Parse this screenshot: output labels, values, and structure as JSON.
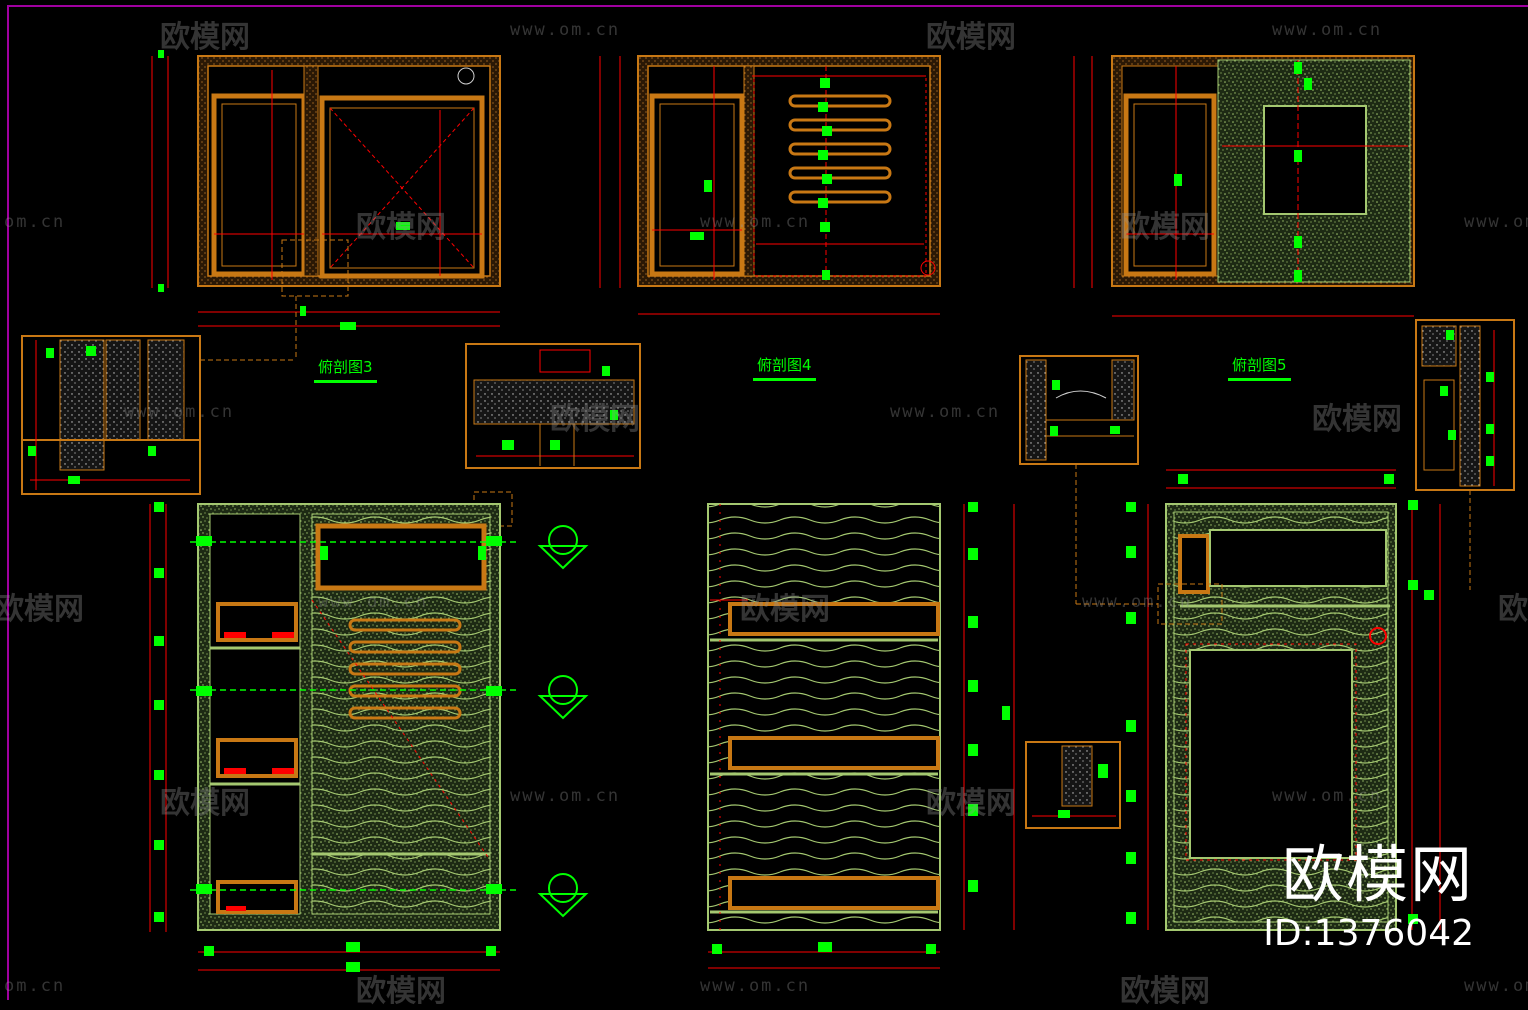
{
  "sections": {
    "s3": "俯剖图3",
    "s4": "俯剖图4",
    "s5": "俯剖图5"
  },
  "watermark": {
    "logo": "欧模网",
    "url": "www.om.cn",
    "url_short": "om.cn"
  },
  "brand": {
    "name": "欧模网",
    "id": "ID:1376042"
  },
  "colors": {
    "background": "#000000",
    "frame": "#a000a0",
    "outline": "#c87814",
    "dimension": "#ff0000",
    "hatch": "#a4c870",
    "marker": "#00ff00"
  }
}
